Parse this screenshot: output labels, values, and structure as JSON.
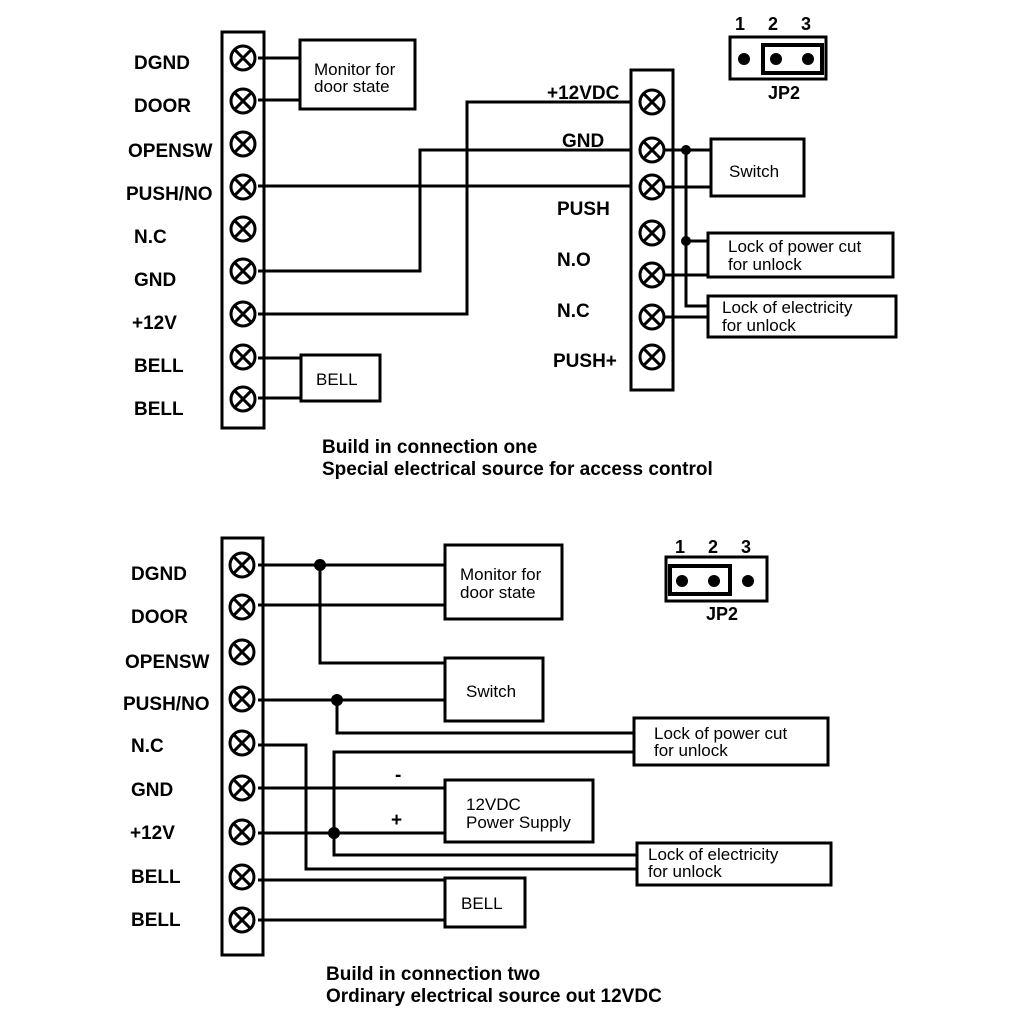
{
  "diagram_one": {
    "left_terminals": [
      "DGND",
      "DOOR",
      "OPENSW",
      "PUSH/NO",
      "N.C",
      "GND",
      "+12V",
      "BELL",
      "BELL"
    ],
    "right_terminals": [
      "+12VDC",
      "GND",
      "",
      "PUSH",
      "N.O",
      "N.C",
      "PUSH+"
    ],
    "boxes": {
      "monitor": [
        "Monitor for",
        "door state"
      ],
      "bell": [
        "BELL"
      ],
      "switch": [
        "Switch"
      ],
      "lock_power_cut": [
        "Lock of power cut",
        "for unlock"
      ],
      "lock_electricity": [
        "Lock of electricity",
        "for unlock"
      ]
    },
    "jumper": {
      "label": "JP2",
      "pins": [
        "1",
        "2",
        "3"
      ],
      "bridged": "2-3"
    },
    "caption": [
      "Build in connection one",
      "Special electrical source for access control"
    ]
  },
  "diagram_two": {
    "left_terminals": [
      "DGND",
      "DOOR",
      "OPENSW",
      "PUSH/NO",
      "N.C",
      "GND",
      "+12V",
      "BELL",
      "BELL"
    ],
    "boxes": {
      "monitor": [
        "Monitor for",
        "door state"
      ],
      "switch": [
        "Switch"
      ],
      "lock_power_cut": [
        "Lock of power cut",
        "for unlock"
      ],
      "power_supply": [
        "12VDC",
        "Power Supply"
      ],
      "lock_electricity": [
        "Lock of electricity",
        "for unlock"
      ],
      "bell": [
        "BELL"
      ]
    },
    "polarity": {
      "minus": "-",
      "plus": "+"
    },
    "jumper": {
      "label": "JP2",
      "pins": [
        "1",
        "2",
        "3"
      ],
      "bridged": "1-2"
    },
    "caption": [
      "Build in connection two",
      "Ordinary electrical source out 12VDC"
    ]
  }
}
